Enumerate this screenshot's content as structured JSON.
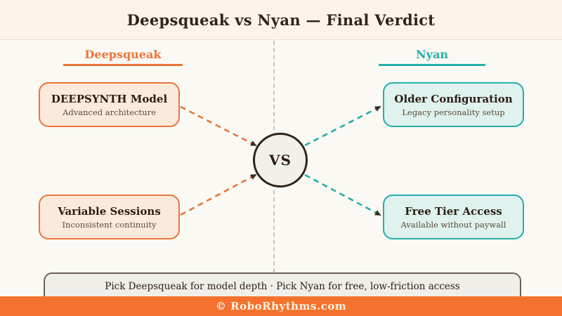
{
  "page": {
    "title": "Deepsqueak vs Nyan — Final Verdict"
  },
  "columns": {
    "left": {
      "label": "Deepsqueak"
    },
    "right": {
      "label": "Nyan"
    }
  },
  "cards": {
    "left": [
      {
        "title": "DEEPSYNTH Model",
        "subtitle": "Advanced architecture"
      },
      {
        "title": "Variable Sessions",
        "subtitle": "Inconsistent continuity"
      }
    ],
    "right": [
      {
        "title": "Older Configuration",
        "subtitle": "Legacy personality setup"
      },
      {
        "title": "Free Tier Access",
        "subtitle": "Available without paywall"
      }
    ]
  },
  "center": {
    "vs_label": "VS"
  },
  "verdict": {
    "text": "Pick Deepsqueak for model depth · Pick Nyan for free, low-friction access"
  },
  "footer": {
    "text": "© RoboRhythms.com"
  },
  "colors": {
    "orange": "#E8763A",
    "teal": "#24AFA9",
    "dark": "#33241B",
    "orange_fill": "#FBE9DC",
    "teal_fill": "#DFF2ED",
    "footer_bg": "#F4722D",
    "footer_text": "#FBF2E2",
    "header_bg": "#FDF3ED",
    "main_bg": "#FBF9F4",
    "bar_fill": "#F0EEE9",
    "circle_fill": "#F2F0EA"
  }
}
